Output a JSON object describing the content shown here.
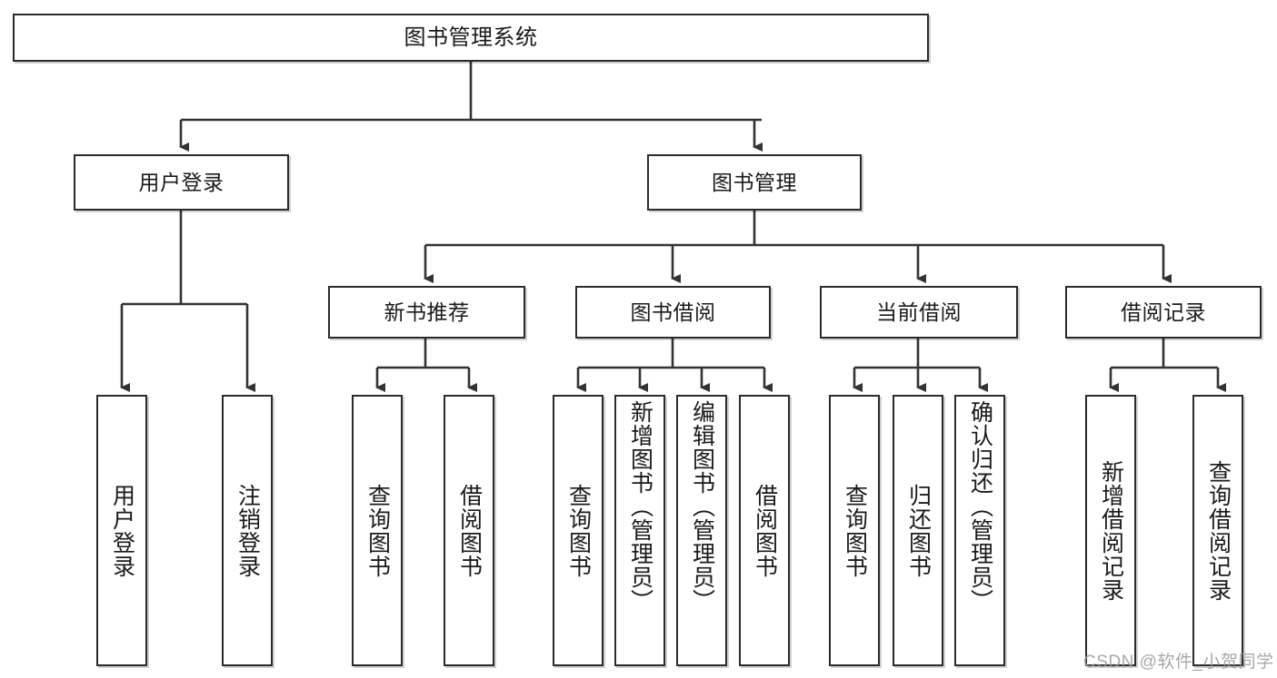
{
  "diagram": {
    "title": "图书管理系统",
    "watermark": "CSDN @软件_小贺同学",
    "colors": {
      "border": "#2b2b2b",
      "background": "#ffffff",
      "text": "#1a1a1a",
      "connector": "#333333",
      "watermark": "#9a9a9a"
    },
    "levels": {
      "root": "图书管理系统",
      "level2": [
        "用户登录",
        "图书管理"
      ],
      "level3": [
        "新书推荐",
        "图书借阅",
        "当前借阅",
        "借阅记录"
      ]
    },
    "nodes": {
      "root": {
        "label": "图书管理系统",
        "orientation": "horizontal"
      },
      "user_login": {
        "label": "用户登录",
        "orientation": "horizontal"
      },
      "book_manage": {
        "label": "图书管理",
        "orientation": "horizontal"
      },
      "new_book_rec": {
        "label": "新书推荐",
        "orientation": "horizontal"
      },
      "book_borrow": {
        "label": "图书借阅",
        "orientation": "horizontal"
      },
      "current_borrow": {
        "label": "当前借阅",
        "orientation": "horizontal"
      },
      "borrow_record": {
        "label": "借阅记录",
        "orientation": "horizontal"
      },
      "leaf_user_login": {
        "label": "用户登录",
        "orientation": "vertical"
      },
      "leaf_logout": {
        "label": "注销登录",
        "orientation": "vertical"
      },
      "leaf_query_book_a": {
        "label": "查询图书",
        "orientation": "vertical"
      },
      "leaf_borrow_book_a": {
        "label": "借阅图书",
        "orientation": "vertical"
      },
      "leaf_query_book_b": {
        "label": "查询图书",
        "orientation": "vertical"
      },
      "leaf_add_book": {
        "label": "新增图书（管理员）",
        "orientation": "vertical"
      },
      "leaf_edit_book": {
        "label": "编辑图书（管理员）",
        "orientation": "vertical"
      },
      "leaf_borrow_book_b": {
        "label": "借阅图书",
        "orientation": "vertical"
      },
      "leaf_query_book_c": {
        "label": "查询图书",
        "orientation": "vertical"
      },
      "leaf_return_book": {
        "label": "归还图书",
        "orientation": "vertical"
      },
      "leaf_confirm_return": {
        "label": "确认归还（管理员）",
        "orientation": "vertical"
      },
      "leaf_add_record": {
        "label": "新增借阅记录",
        "orientation": "vertical"
      },
      "leaf_query_record": {
        "label": "查询借阅记录",
        "orientation": "vertical"
      }
    },
    "tree": {
      "图书管理系统": {
        "用户登录": [
          "用户登录",
          "注销登录"
        ],
        "图书管理": {
          "新书推荐": [
            "查询图书",
            "借阅图书"
          ],
          "图书借阅": [
            "查询图书",
            "新增图书（管理员）",
            "编辑图书（管理员）",
            "借阅图书"
          ],
          "当前借阅": [
            "查询图书",
            "归还图书",
            "确认归还（管理员）"
          ],
          "借阅记录": [
            "新增借阅记录",
            "查询借阅记录"
          ]
        }
      }
    }
  }
}
